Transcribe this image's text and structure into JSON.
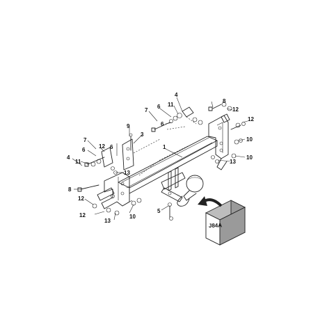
{
  "callouts": [
    "1",
    "3",
    "4",
    "5",
    "6",
    "7",
    "8",
    "9",
    "10",
    "11",
    "12",
    "13"
  ],
  "labels": {
    "l1": "1",
    "l3": "3",
    "l4a": "4",
    "l4b": "4",
    "l5": "5",
    "l6a": "6",
    "l6b": "6",
    "l6c": "6",
    "l6d": "6",
    "l7a": "7",
    "l7b": "7",
    "l8a": "8",
    "l8b": "8",
    "l9": "9",
    "l10a": "10",
    "l10b": "10",
    "l10c": "10",
    "l11a": "11",
    "l11b": "11",
    "l12a": "12",
    "l12b": "12",
    "l12c": "12",
    "l12d": "12",
    "l12e": "12",
    "l13a": "13",
    "l13b": "13",
    "l13c": "13"
  },
  "box_label": "J84A",
  "colors": {
    "line": "#222222",
    "box_side": "#9a9a9a",
    "box_top": "#bdbdbd"
  }
}
